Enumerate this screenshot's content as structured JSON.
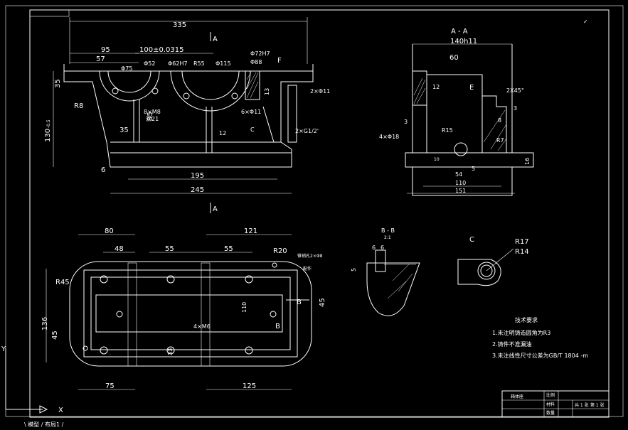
{
  "drawing": {
    "front_view": {
      "overall_width": "335",
      "section_label_top": "A",
      "section_label_bottom": "A",
      "dims": {
        "d95": "95",
        "d57": "57",
        "d100": "100±0.0315",
        "phi75": "Φ75",
        "phi52": "Φ52",
        "phi62": "Φ62H7",
        "r55": "R55",
        "phi115": "Φ115",
        "phi72": "Φ72H7",
        "phi88": "Φ88",
        "letter_f": "F",
        "d35_left": "35",
        "r8": "R8",
        "m8": "8×M8",
        "depth21": "深21",
        "d35_mid": "35",
        "d35_lower": "35",
        "d130": "130",
        "tol": "-0.5",
        "hole6": "6×Φ11",
        "d12": "12",
        "letter_c": "C",
        "d6": "6",
        "d195": "195",
        "d245": "245",
        "hole2_11": "2×Φ11",
        "d13": "13",
        "g12": "2×G1/2'"
      }
    },
    "side_view": {
      "title": "A - A",
      "width": "140h11",
      "d60": "60",
      "d12": "12",
      "letter_e": "E",
      "chamfer": "2X45°",
      "d3_right": "3",
      "d3_left": "3",
      "d8": "8",
      "r15": "R15",
      "hole4": "4×Φ18",
      "r7": "R7",
      "d10": "10",
      "d54": "54",
      "d5": "5",
      "d16": "16",
      "d110": "110",
      "d151": "151"
    },
    "plan_view": {
      "d80": "80",
      "d121": "121",
      "d48": "48",
      "d55a": "55",
      "d55b": "55",
      "r20": "R20",
      "pin_holes": "锥销孔2×Φ8",
      "pin_note": "配作",
      "r45": "R45",
      "d45_right": "45",
      "d110": "110",
      "holes_4m6": "4×M6",
      "label_b1": "B",
      "label_b2": "B",
      "d136": "136",
      "d45_left": "45",
      "d33": "33",
      "d75": "75",
      "d125": "125"
    },
    "section_b": {
      "title": "B - B",
      "scale": "2:1",
      "d6a": "6",
      "d6b": "6",
      "d5": "5"
    },
    "detail_c": {
      "title": "C",
      "r17": "R17",
      "r14": "R14"
    },
    "notes": {
      "title": "技术要求",
      "items": [
        "1.未注明铸造圆角为R3",
        "2.铸件不准漏油",
        "3.未注线性尺寸公差为GB/T 1804 -m"
      ]
    },
    "title_block": {
      "name": "箱体座",
      "cells": [
        "比例",
        "材料",
        "数量",
        "共 1 张",
        "第 1 张"
      ]
    },
    "ucs": {
      "x_label": "X",
      "y_label": "Y"
    },
    "status": {
      "text": "\\ 模型 / 布局1 /"
    }
  }
}
